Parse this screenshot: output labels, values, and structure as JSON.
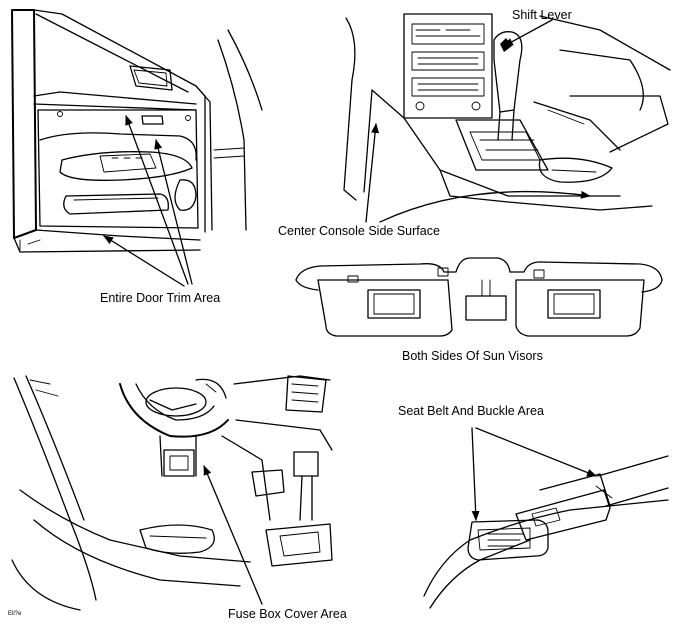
{
  "labels": {
    "shift_lever": "Shift Lever",
    "center_console": "Center Console Side Surface",
    "door_trim": "Entire Door Trim Area",
    "sun_visors": "Both Sides Of Sun Visors",
    "seat_belt": "Seat Belt And Buckle Area",
    "fuse_box": "Fuse Box Cover Area",
    "corner_mark": "Ell?e"
  },
  "colors": {
    "line": "#000000",
    "background": "#ffffff"
  }
}
